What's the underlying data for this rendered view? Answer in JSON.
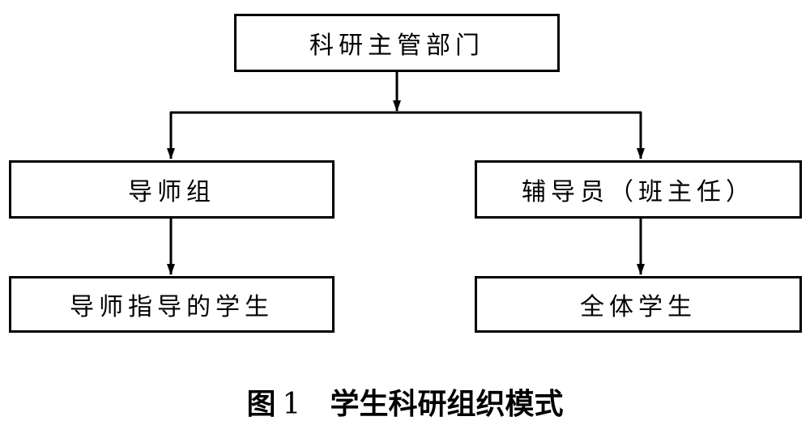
{
  "diagram": {
    "nodes": {
      "top": "科研主管部门",
      "left": "导师组",
      "right": "辅导员（班主任）",
      "bottom_left": "导师指导的学生",
      "bottom_right": "全体学生"
    },
    "edges": [
      {
        "from": "top",
        "to": "left"
      },
      {
        "from": "top",
        "to": "right"
      },
      {
        "from": "left",
        "to": "bottom_left"
      },
      {
        "from": "right",
        "to": "bottom_right"
      }
    ]
  },
  "caption": {
    "label": "图",
    "number": "1",
    "title": "学生科研组织模式"
  }
}
